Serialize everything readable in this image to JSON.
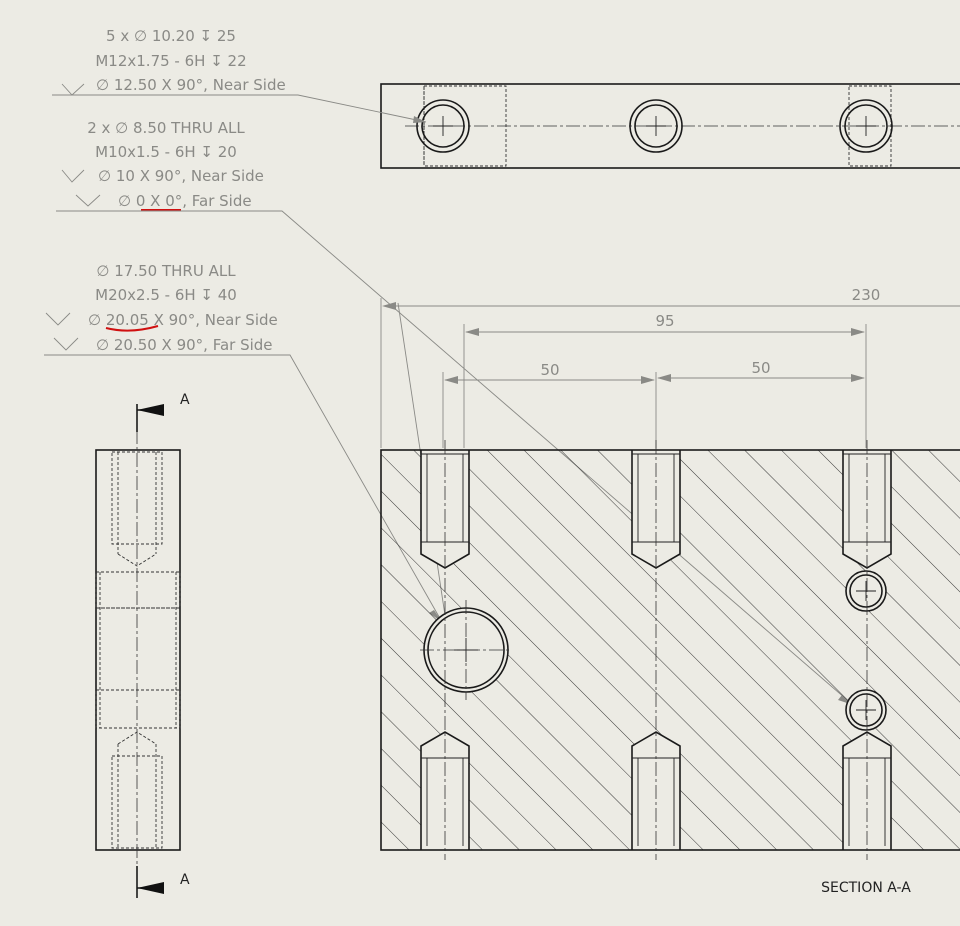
{
  "callouts": {
    "c1": {
      "line1": "5 x ∅ 10.20 ↧ 25",
      "line2": "M12x1.75 - 6H ↧ 22",
      "line3": "∅ 12.50 X 90°, Near Side"
    },
    "c2": {
      "line1": "2 x ∅ 8.50 THRU ALL",
      "line2": "M10x1.5 - 6H ↧ 20",
      "line3": "∅ 10 X 90°, Near Side",
      "line4_prefix": "∅ ",
      "line4_under": "0 X 0",
      "line4_suffix": "°, Far Side"
    },
    "c3": {
      "line1": "∅ 17.50 THRU ALL",
      "line2": "M20x2.5 - 6H ↧ 40",
      "line3_prefix": "∅ ",
      "line3_under": "20.05",
      "line3_suffix": " X 90°, Near Side",
      "line4": "∅ 20.50 X 90°, Far Side"
    }
  },
  "dimensions": {
    "overall": "230",
    "d95": "95",
    "d50a": "50",
    "d50b": "50"
  },
  "section_marker": "A",
  "section_label": "SECTION A-A",
  "colors": {
    "background": "#ecebe4",
    "annotation": "#8a8a86",
    "geometry": "#1a1a1a",
    "markup_red": "#d01010"
  }
}
